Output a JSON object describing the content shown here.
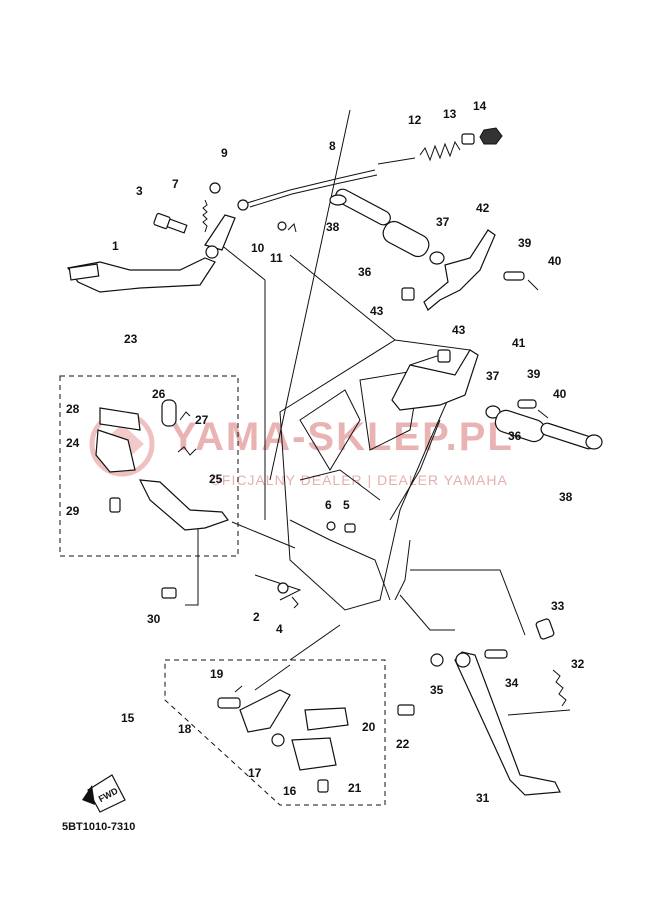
{
  "diagram": {
    "watermark": {
      "brand": "YAMA-SKLEP.PL",
      "tagline": "OFICJALNY DEALER | DEALER YAMAHA"
    },
    "catalog_code": "5BT1010-7310",
    "fwd_label": "FWD",
    "callouts": {
      "n1": "1",
      "n2": "2",
      "n3": "3",
      "n4": "4",
      "n5": "5",
      "n6": "6",
      "n7": "7",
      "n8": "8",
      "n9": "9",
      "n10": "10",
      "n11": "11",
      "n12": "12",
      "n13": "13",
      "n14": "14",
      "n15": "15",
      "n16": "16",
      "n17": "17",
      "n18": "18",
      "n19": "19",
      "n20": "20",
      "n21": "21",
      "n22": "22",
      "n23": "23",
      "n24": "24",
      "n25": "25",
      "n26": "26",
      "n27": "27",
      "n28": "28",
      "n29": "29",
      "n30": "30",
      "n31": "31",
      "n32": "32",
      "n33": "33",
      "n34": "34",
      "n35": "35",
      "n36a": "36",
      "n36b": "36",
      "n37a": "37",
      "n37b": "37",
      "n38a": "38",
      "n38b": "38",
      "n39a": "39",
      "n39b": "39",
      "n40a": "40",
      "n40b": "40",
      "n41": "41",
      "n42": "42",
      "n43a": "43",
      "n43b": "43"
    }
  }
}
